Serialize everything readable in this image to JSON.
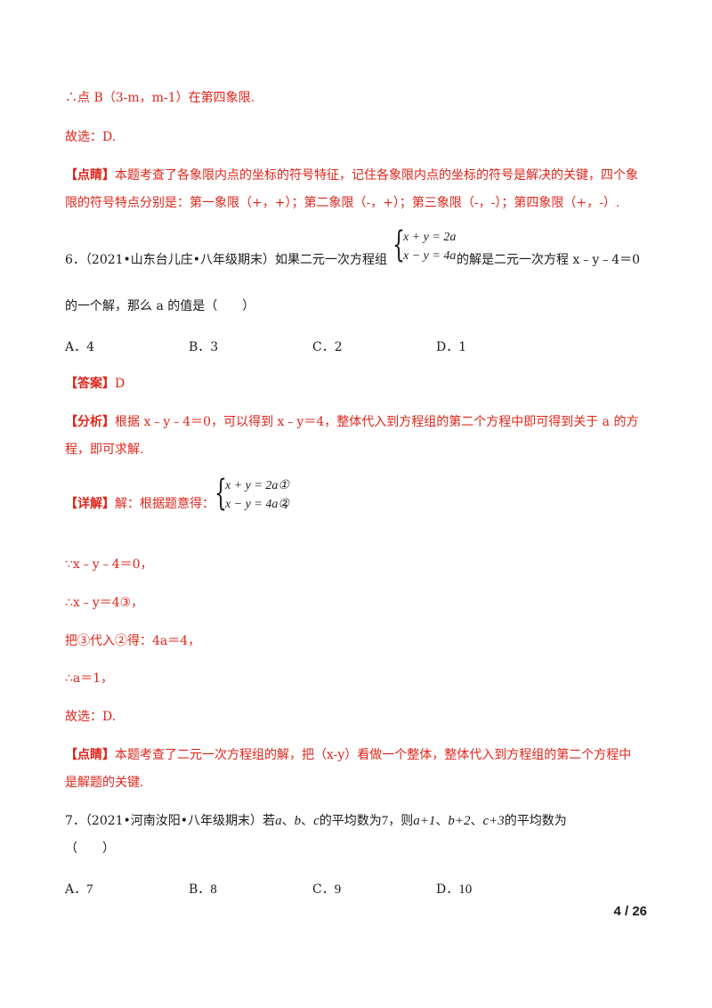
{
  "prev": {
    "conclusion": "∴点 B（3-m，m-1）在第四象限.",
    "choose": "故选：D.",
    "tip_tag": "【点睛】",
    "tip_line1": "本题考查了各象限内点的坐标的符号特征，记住各象限内点的坐标的符号是解决的关键，四个象",
    "tip_line2": "限的符号特点分别是：第一象限（+，+）；第二象限（-，+）；第三象限（-，-）；第四象限（+，-）."
  },
  "q6": {
    "stem_a": "6．（2021•山东台儿庄•八年级期末）如果二元一次方程组",
    "sys_eq1": "x + y = 2a",
    "sys_eq2": "x − y = 4a",
    "stem_b": "的解是二元一次方程 x﹣y﹣4＝0",
    "stem_c": "的一个解，那么 a 的值是（　　）",
    "choices": [
      "A．4",
      "B．3",
      "C．2",
      "D．1"
    ],
    "answer_tag": "【答案】",
    "answer": "D",
    "analysis_tag": "【分析】",
    "analysis_line1": "根据 x﹣y﹣4＝0，可以得到 x﹣y＝4，整体代入到方程组的第二个方程中即可得到关于 a 的方",
    "analysis_line2": "程，即可求解.",
    "detail_tag": "【详解】",
    "detail_intro": "解：根据题意得：",
    "detail_eq1": "x + y = 2a①",
    "detail_eq2": "x − y = 4a②",
    "detail_comma": "，",
    "step1": "∵x﹣y﹣4＝0，",
    "step2": "∴x﹣y＝4③，",
    "step3": "把③代入②得：4a＝4，",
    "step4": "∴a＝1，",
    "choose": "故选：D.",
    "tip_tag": "【点睛】",
    "tip_line1": "本题考查了二元一次方程组的解，把（x-y）看做一个整体，整体代入到方程组的第二个方程中",
    "tip_line2": "是解题的关键."
  },
  "q7": {
    "stem_a": "7．（2021•河南汝阳•八年级期末）若",
    "var_a": "a",
    "sep1": "、",
    "var_b": "b",
    "sep2": "、",
    "var_c": "c",
    "mid": "的平均数为",
    "seven": "7",
    "then": "，则",
    "expr1": "a+1",
    "sep3": "、",
    "expr2": "b+2",
    "sep4": "、",
    "expr3": "c+3",
    "tail": "的平均数为",
    "paren": "（　　）",
    "choices": [
      {
        "letter": "A．",
        "value": "7"
      },
      {
        "letter": "B．",
        "value": "8"
      },
      {
        "letter": "C．",
        "value": "9"
      },
      {
        "letter": "D．",
        "value": "10"
      }
    ]
  },
  "page": {
    "number": "4 / 26"
  }
}
